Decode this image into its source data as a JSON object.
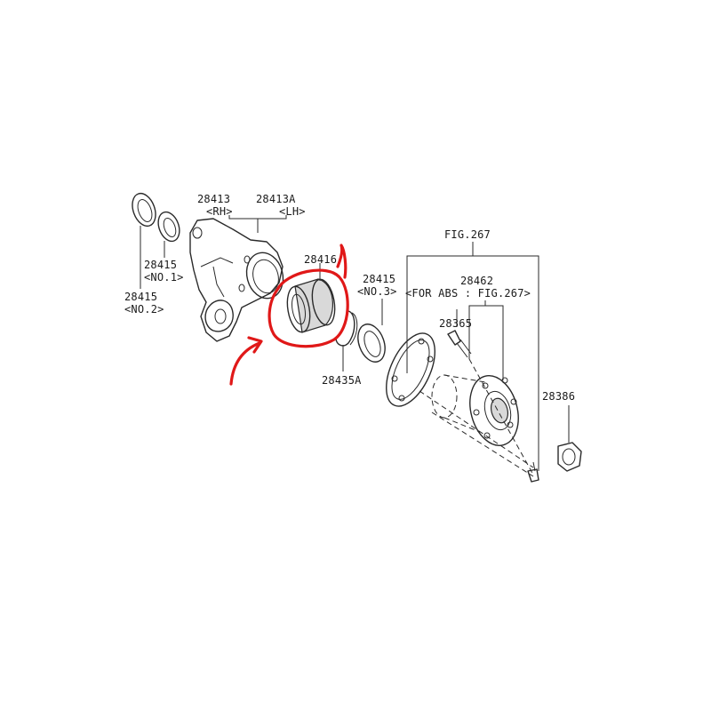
{
  "labels": {
    "p28413": "28413",
    "p28413A": "28413A",
    "rh": "<RH>",
    "lh": "<LH>",
    "p28415_no1": "28415",
    "no1": "<NO.1>",
    "p28415_no2": "28415",
    "no2": "<NO.2>",
    "p28416": "28416",
    "p28415_no3": "28415",
    "no3": "<NO.3>",
    "p28435A": "28435A",
    "fig267": "FIG.267",
    "p28462": "28462",
    "for_abs": "<FOR ABS : FIG.267>",
    "p28365": "28365",
    "p28386": "28386"
  },
  "colors": {
    "line": "#2a2a2a",
    "highlight": "#e01818",
    "background": "#ffffff"
  }
}
